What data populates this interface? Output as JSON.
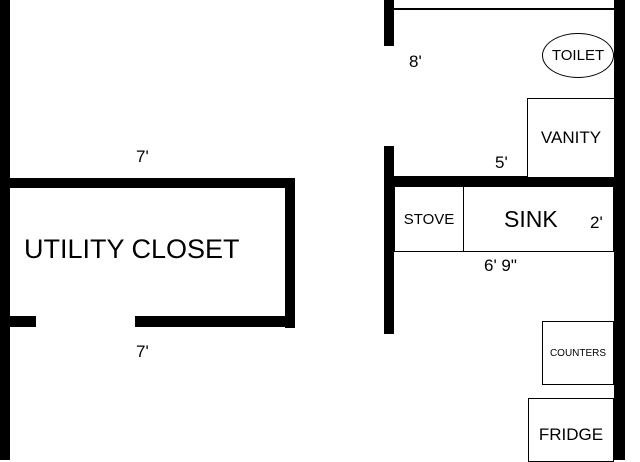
{
  "utility": {
    "label": "UTILITY CLOSET",
    "dim_top": "7'",
    "dim_bottom": "7'"
  },
  "bathroom": {
    "dim_depth": "8'",
    "dim_width": "5'",
    "toilet": "TOILET",
    "vanity": "VANITY"
  },
  "kitchen": {
    "stove": "STOVE",
    "sink": "SINK",
    "counter_dim": "6' 9\"",
    "depth_dim": "2'",
    "counters": "COUNTERS",
    "fridge": "FRIDGE"
  }
}
